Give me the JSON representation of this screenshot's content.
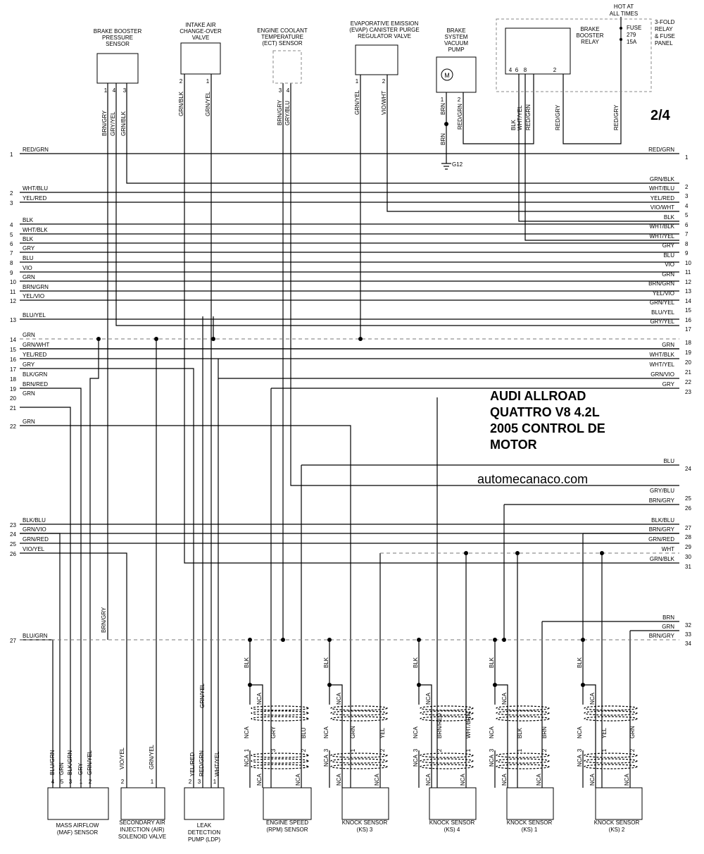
{
  "page": "2/4",
  "title_lines": [
    "AUDI ALLROAD",
    "QUATTRO V8 4.2L",
    "2005 CONTROL DE",
    "MOTOR"
  ],
  "website": "automecanaco.com",
  "top_right": {
    "hot_label": [
      "HOT AT",
      "ALL TIMES"
    ],
    "fuse_label": [
      "FUSE",
      "279",
      "15A"
    ],
    "panel_label": [
      "3-FOLD",
      "RELAY",
      "& FUSE",
      "PANEL"
    ]
  },
  "top_components": [
    {
      "id": "bbps",
      "lines": [
        "BRAKE BOOSTER",
        "PRESSURE",
        "SENSOR"
      ],
      "pins": [
        "1",
        "4",
        "3"
      ],
      "wires": [
        "BRN/GRY",
        "GRY/YEL",
        "GRN/BLK"
      ]
    },
    {
      "id": "iacv",
      "lines": [
        "INTAKE AIR",
        "CHANGE-OVER",
        "VALVE"
      ],
      "pins": [
        "2",
        "1"
      ],
      "wires": [
        "GRN/BLK",
        "GRN/YEL"
      ]
    },
    {
      "id": "ect",
      "lines": [
        "ENGINE COOLANT",
        "TEMPERATURE",
        "(ECT) SENSOR"
      ],
      "pins": [
        "3",
        "4"
      ],
      "wires": [
        "BRN/GRY",
        "GRY/BLU"
      ]
    },
    {
      "id": "evap",
      "lines": [
        "EVAPORATIVE EMISSION",
        "(EVAP) CANISTER PURGE",
        "REGULATOR VALVE"
      ],
      "pins": [
        "1",
        "2"
      ],
      "wires": [
        "GRN/YEL",
        "VIO/WHT"
      ]
    },
    {
      "id": "bsvp",
      "lines": [
        "BRAKE",
        "SYSTEM",
        "VACUUM",
        "PUMP"
      ],
      "pins": [
        "1",
        "2"
      ],
      "wires": [
        "BRN",
        "RED/GRN"
      ],
      "motor": "M",
      "ground": "G12",
      "ground_wire": "BRN"
    },
    {
      "id": "bbr",
      "lines": [
        "BRAKE",
        "BOOSTER",
        "RELAY"
      ],
      "pins": [
        "4",
        "6",
        "8",
        "2"
      ],
      "wires": [
        "BLK",
        "WHT/YEL",
        "RED/GRN",
        "RED/GRY"
      ],
      "fuse_wire": "RED/GRY"
    }
  ],
  "left_wires": [
    {
      "n": "1",
      "label": "RED/GRN"
    },
    {
      "n": "2",
      "label": "WHT/BLU"
    },
    {
      "n": "3",
      "label": "YEL/RED"
    },
    {
      "n": "4",
      "label": "BLK"
    },
    {
      "n": "5",
      "label": "WHT/BLK"
    },
    {
      "n": "6",
      "label": "BLK"
    },
    {
      "n": "7",
      "label": "GRY"
    },
    {
      "n": "8",
      "label": "BLU"
    },
    {
      "n": "9",
      "label": "VIO"
    },
    {
      "n": "10",
      "label": "GRN"
    },
    {
      "n": "11",
      "label": "BRN/GRN"
    },
    {
      "n": "12",
      "label": "YEL/VIO"
    },
    {
      "n": "13",
      "label": "BLU/YEL"
    },
    {
      "n": "14",
      "label": "GRN"
    },
    {
      "n": "15",
      "label": "GRN/WHT"
    },
    {
      "n": "16",
      "label": "YEL/RED"
    },
    {
      "n": "17",
      "label": "GRY"
    },
    {
      "n": "18",
      "label": "BLK/GRN"
    },
    {
      "n": "19",
      "label": "BRN/RED"
    },
    {
      "n": "20",
      "label": "GRN"
    },
    {
      "n": "21",
      "label": ""
    },
    {
      "n": "22",
      "label": "GRN"
    },
    {
      "n": "23",
      "label": "BLK/BLU"
    },
    {
      "n": "24",
      "label": "GRN/VIO"
    },
    {
      "n": "25",
      "label": "GRN/RED"
    },
    {
      "n": "26",
      "label": "VIO/YEL"
    },
    {
      "n": "27",
      "label": "BLU/GRN"
    }
  ],
  "right_wires": [
    {
      "n": "1",
      "label": "RED/GRN"
    },
    {
      "n": "2",
      "label": "GRN/BLK"
    },
    {
      "n": "3",
      "label": "WHT/BLU"
    },
    {
      "n": "4",
      "label": "YEL/RED"
    },
    {
      "n": "5",
      "label": "VIO/WHT"
    },
    {
      "n": "6",
      "label": "BLK"
    },
    {
      "n": "7",
      "label": "WHT/BLK"
    },
    {
      "n": "8",
      "label": "WHT/YEL"
    },
    {
      "n": "9",
      "label": "GRY"
    },
    {
      "n": "10",
      "label": "BLU"
    },
    {
      "n": "11",
      "label": "VIO"
    },
    {
      "n": "12",
      "label": "GRN"
    },
    {
      "n": "13",
      "label": "BRN/GRN"
    },
    {
      "n": "14",
      "label": "YEL/VIO"
    },
    {
      "n": "15",
      "label": "GRN/YEL"
    },
    {
      "n": "16",
      "label": "BLU/YEL"
    },
    {
      "n": "17",
      "label": "GRY/YEL"
    },
    {
      "n": "18",
      "label": ""
    },
    {
      "n": "19",
      "label": "GRN"
    },
    {
      "n": "20",
      "label": "WHT/BLK"
    },
    {
      "n": "21",
      "label": "WHT/YEL"
    },
    {
      "n": "22",
      "label": "GRN/VIO"
    },
    {
      "n": "23",
      "label": "GRY"
    },
    {
      "n": "24",
      "label": "BLU"
    },
    {
      "n": "25",
      "label": "GRY/BLU"
    },
    {
      "n": "26",
      "label": "BRN/GRY"
    },
    {
      "n": "27",
      "label": "BLK/BLU"
    },
    {
      "n": "28",
      "label": "BRN/GRY"
    },
    {
      "n": "29",
      "label": "GRN/RED"
    },
    {
      "n": "30",
      "label": "WHT"
    },
    {
      "n": "31",
      "label": "GRN/BLK"
    },
    {
      "n": "32",
      "label": "BRN"
    },
    {
      "n": "33",
      "label": "GRN"
    },
    {
      "n": "34",
      "label": "BRN/GRY"
    }
  ],
  "mid_wire_labels": {
    "brn_gry_vertical": "BRN/GRY",
    "grn_yel_vertical": "GRN/YEL"
  },
  "bottom_components": [
    {
      "id": "maf",
      "lines": [
        "MASS AIRFLOW",
        "(MAF) SENSOR"
      ],
      "pins": [
        "4",
        "5",
        "3",
        "1",
        "2"
      ],
      "wires": [
        "BLU/GRN",
        "GRN",
        "BLK/GRN",
        "GRY",
        "GRN/YEL"
      ]
    },
    {
      "id": "air",
      "lines": [
        "SECONDARY AIR",
        "INJECTION (AIR)",
        "SOLENOID VALVE"
      ],
      "pins": [
        "2",
        "1"
      ],
      "wires": [
        "VIO/YEL",
        "GRN/YEL"
      ]
    },
    {
      "id": "ldp",
      "lines": [
        "LEAK",
        "DETECTION",
        "PUMP (LDP)"
      ],
      "pins": [
        "2",
        "3",
        "1"
      ],
      "wires": [
        "YEL/RED",
        "RED/GRN",
        "WHT/YEL"
      ]
    },
    {
      "id": "rpm",
      "lines": [
        "ENGINE SPEED",
        "(RPM) SENSOR"
      ],
      "pins": [
        "1",
        "3",
        "2"
      ],
      "wires": [
        "NCA",
        "GRY",
        "BLU"
      ],
      "shield": "BLK"
    },
    {
      "id": "ks3",
      "lines": [
        "KNOCK SENSOR",
        "(KS) 3"
      ],
      "pins": [
        "3",
        "1",
        "2"
      ],
      "wires": [
        "NCA",
        "GRN",
        "YEL"
      ],
      "shield": "BLK"
    },
    {
      "id": "ks4",
      "lines": [
        "KNOCK SENSOR",
        "(KS) 4"
      ],
      "pins": [
        "3",
        "2",
        "1"
      ],
      "wires": [
        "NCA",
        "BRN/RED",
        "WHT/BRN"
      ],
      "shield": "BLK"
    },
    {
      "id": "ks1",
      "lines": [
        "KNOCK SENSOR",
        "(KS) 1"
      ],
      "pins": [
        "3",
        "1",
        "2"
      ],
      "wires": [
        "NCA",
        "BLK",
        "BRN"
      ],
      "shield": "BLK"
    },
    {
      "id": "ks2",
      "lines": [
        "KNOCK SENSOR",
        "(KS) 2"
      ],
      "pins": [
        "3",
        "1",
        "2"
      ],
      "wires": [
        "NCA",
        "YEL",
        "GRN"
      ],
      "shield": "BLK"
    }
  ],
  "nca": "NCA"
}
